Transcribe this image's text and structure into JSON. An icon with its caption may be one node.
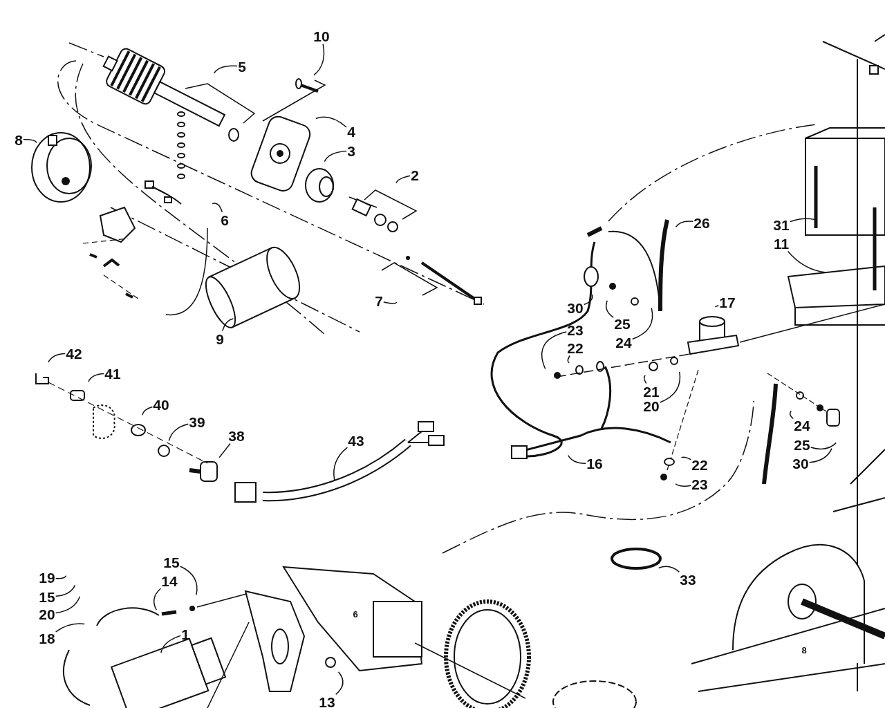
{
  "diagram": {
    "nodes": [
      {
        "text": [
          "10"
        ]
      },
      {
        "text": [
          "5"
        ]
      },
      {
        "text": [
          "4"
        ]
      },
      {
        "text": [
          "3"
        ]
      },
      {
        "text": [
          "8"
        ]
      },
      {
        "text": [
          "2"
        ]
      },
      {
        "text": [
          "6"
        ]
      },
      {
        "text": [
          "26"
        ]
      },
      {
        "text": [
          "31"
        ]
      },
      {
        "text": [
          "11"
        ]
      },
      {
        "text": [
          "30"
        ]
      },
      {
        "text": [
          "25"
        ]
      },
      {
        "text": [
          "17"
        ]
      },
      {
        "text": [
          "24"
        ]
      },
      {
        "text": [
          "23"
        ]
      },
      {
        "text": [
          "9"
        ]
      },
      {
        "text": [
          "22"
        ]
      },
      {
        "text": [
          "7"
        ]
      },
      {
        "text": [
          "42"
        ]
      },
      {
        "text": [
          "41"
        ]
      },
      {
        "text": [
          "21"
        ]
      },
      {
        "text": [
          "40"
        ]
      },
      {
        "text": [
          "39"
        ]
      },
      {
        "text": [
          "20"
        ]
      },
      {
        "text": [
          "24"
        ]
      },
      {
        "text": [
          "38"
        ]
      },
      {
        "text": [
          "25"
        ]
      },
      {
        "text": [
          "43"
        ]
      },
      {
        "text": [
          "16"
        ]
      },
      {
        "text": [
          "30"
        ]
      },
      {
        "text": [
          "22"
        ]
      },
      {
        "text": [
          "23"
        ]
      },
      {
        "text": [
          "19"
        ]
      },
      {
        "text": [
          "15"
        ]
      },
      {
        "text": [
          "15"
        ]
      },
      {
        "text": [
          "14"
        ]
      },
      {
        "text": [
          "20"
        ]
      },
      {
        "text": [
          "33"
        ]
      },
      {
        "text": [
          "18"
        ]
      },
      {
        "text": [
          "1"
        ]
      },
      {
        "text": [
          "13"
        ]
      }
    ],
    "edges": [
      {
        "from": 0,
        "to": null,
        "arrow": "none"
      },
      {
        "from": 1,
        "to": null,
        "arrow": "none"
      },
      {
        "from": 2,
        "to": null,
        "arrow": "none"
      },
      {
        "from": 3,
        "to": null,
        "arrow": "none"
      },
      {
        "from": 4,
        "to": null,
        "arrow": "none"
      },
      {
        "from": 5,
        "to": null,
        "arrow": "none"
      },
      {
        "from": 6,
        "to": null,
        "arrow": "none"
      },
      {
        "from": 7,
        "to": null,
        "arrow": "none"
      },
      {
        "from": 8,
        "to": null,
        "arrow": "none"
      },
      {
        "from": 9,
        "to": null,
        "arrow": "none"
      },
      {
        "from": 10,
        "to": null,
        "arrow": "none"
      },
      {
        "from": 11,
        "to": null,
        "arrow": "none"
      },
      {
        "from": 12,
        "to": null,
        "arrow": "none"
      },
      {
        "from": 13,
        "to": null,
        "arrow": "none"
      },
      {
        "from": 14,
        "to": null,
        "arrow": "none"
      },
      {
        "from": 15,
        "to": null,
        "arrow": "none"
      },
      {
        "from": 16,
        "to": null,
        "arrow": "none"
      },
      {
        "from": 17,
        "to": null,
        "arrow": "none"
      },
      {
        "from": 18,
        "to": null,
        "arrow": "none"
      },
      {
        "from": 19,
        "to": null,
        "arrow": "none"
      },
      {
        "from": 20,
        "to": null,
        "arrow": "none"
      },
      {
        "from": 21,
        "to": null,
        "arrow": "none"
      },
      {
        "from": 22,
        "to": null,
        "arrow": "none"
      },
      {
        "from": 23,
        "to": null,
        "arrow": "none"
      },
      {
        "from": 24,
        "to": null,
        "arrow": "none"
      },
      {
        "from": 25,
        "to": null,
        "arrow": "none"
      },
      {
        "from": 26,
        "to": null,
        "arrow": "none"
      },
      {
        "from": 27,
        "to": null,
        "arrow": "none"
      },
      {
        "from": 28,
        "to": null,
        "arrow": "none"
      },
      {
        "from": 29,
        "to": null,
        "arrow": "none"
      },
      {
        "from": 30,
        "to": null,
        "arrow": "none"
      },
      {
        "from": 31,
        "to": null,
        "arrow": "none"
      },
      {
        "from": 32,
        "to": null,
        "arrow": "none"
      },
      {
        "from": 33,
        "to": null,
        "arrow": "none"
      },
      {
        "from": 34,
        "to": null,
        "arrow": "none"
      },
      {
        "from": 35,
        "to": null,
        "arrow": "none"
      },
      {
        "from": 36,
        "to": null,
        "arrow": "none"
      },
      {
        "from": 37,
        "to": null,
        "arrow": "none"
      },
      {
        "from": 38,
        "to": null,
        "arrow": "none"
      },
      {
        "from": 39,
        "to": null,
        "arrow": "none"
      },
      {
        "from": 40,
        "to": null,
        "arrow": "none"
      }
    ],
    "labels": [
      "6",
      "8"
    ]
  }
}
